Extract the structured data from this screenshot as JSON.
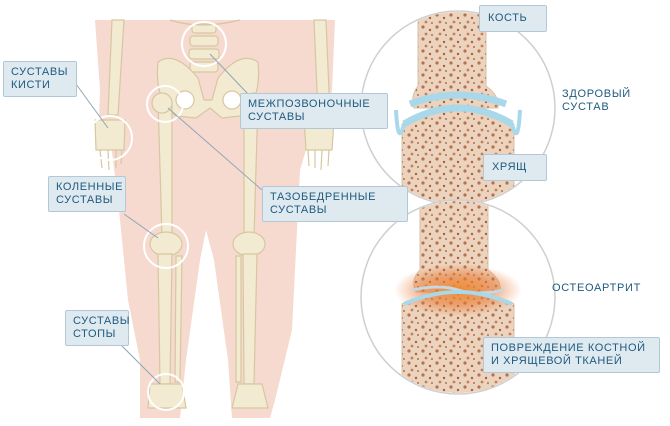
{
  "labels": {
    "hand": "СУСТАВЫ\nКИСТИ",
    "knee": "КОЛЕННЫЕ\nСУСТАВЫ",
    "foot": "СУСТАВЫ\nСТОПЫ",
    "spine": "МЕЖПОЗВОНОЧНЫЕ\nСУСТАВЫ",
    "hip": "ТАЗОБЕДРЕННЫЕ\nСУСТАВЫ",
    "bone": "КОСТЬ",
    "cartilage": "ХРЯЩ",
    "damage": "ПОВРЕЖДЕНИЕ КОСТНОЙ\nИ ХРЯЩЕВОЙ ТКАНЕЙ"
  },
  "panels": {
    "healthy_title": "ЗДОРОВЫЙ\nСУСТАВ",
    "oa_title": "ОСТЕОАРТРИТ"
  },
  "colors": {
    "skin": "#f6d9cf",
    "bone": "#f3ead2",
    "bone_outline": "#d6c7a0",
    "cartilage": "#a9d8ea",
    "inflammation": "#e8742a",
    "label_bg": "#dfe9f0",
    "label_text": "#1f5a7e"
  }
}
